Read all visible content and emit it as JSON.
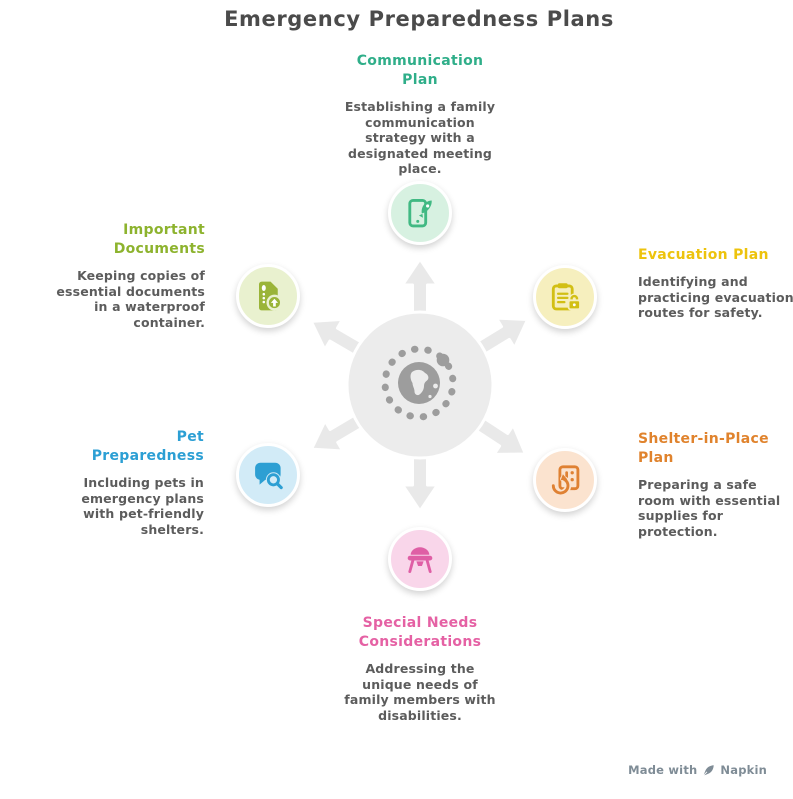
{
  "title": {
    "text": "Emergency Preparedness Plans",
    "color": "#4b4b4b"
  },
  "body_text_color": "#5c5c5c",
  "center": {
    "icon": "globe-icon",
    "hub_fill": "#ececec",
    "arrow_fill": "#e9e9e9",
    "globe_color": "#9d9d9d"
  },
  "sections": [
    {
      "id": "communication-plan",
      "heading": "Communication\nPlan",
      "body": "Establishing a family\ncommunication\nstrategy with a\ndesignated meeting\nplace.",
      "color": "#2fae89",
      "icon_color": "#41b983",
      "circle_bg": "#d7f1e1",
      "icon": "phone-rocket-icon"
    },
    {
      "id": "evacuation-plan",
      "heading": "Evacuation Plan",
      "body": "Identifying and\npracticing evacuation\nroutes for safety.",
      "color": "#edc30d",
      "icon_color": "#d2bf14",
      "circle_bg": "#f6efbe",
      "icon": "clipboard-lock-icon"
    },
    {
      "id": "shelter-in-place-plan",
      "heading": "Shelter-in-Place\nPlan",
      "body": "Preparing a safe\nroom with essential\nsupplies for\nprotection.",
      "color": "#e0832d",
      "icon_color": "#df8133",
      "circle_bg": "#fbe3cf",
      "icon": "door-rotate-icon"
    },
    {
      "id": "special-needs-considerations",
      "heading": "Special Needs\nConsiderations",
      "body": "Addressing the\nunique needs of\nfamily members with\ndisabilities.",
      "color": "#e561a4",
      "icon_color": "#df5fa5",
      "circle_bg": "#f9d6ea",
      "icon": "high-chair-icon"
    },
    {
      "id": "pet-preparedness",
      "heading": "Pet\nPreparedness",
      "body": "Including pets in\nemergency plans\nwith pet-friendly\nshelters.",
      "color": "#2c9fd4",
      "icon_color": "#2d9fd3",
      "circle_bg": "#d2ebf7",
      "icon": "chat-search-icon"
    },
    {
      "id": "important-documents",
      "heading": "Important\nDocuments",
      "body": "Keeping copies of\nessential documents\nin a waterproof\ncontainer.",
      "color": "#8db32e",
      "icon_color": "#9ab438",
      "circle_bg": "#e9f1cf",
      "icon": "doc-upload-icon"
    }
  ],
  "watermark": {
    "prefix": "Made with",
    "brand": "Napkin",
    "color": "#7f8c96",
    "icon": "pen-icon"
  }
}
